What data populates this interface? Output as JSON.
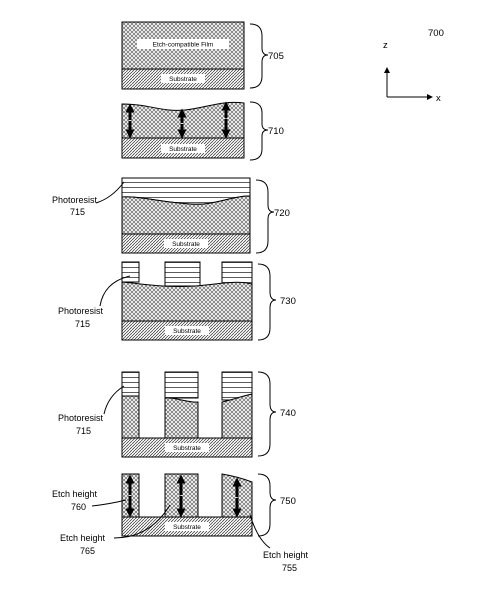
{
  "figure": {
    "number": "700",
    "axes": {
      "z": "z",
      "x": "x"
    }
  },
  "steps": [
    {
      "ref": "705",
      "substrate": "Substrate",
      "film": "Etch-compatible Film"
    },
    {
      "ref": "710",
      "substrate": "Substrate"
    },
    {
      "ref": "720",
      "substrate": "Substrate",
      "label": "Photoresist",
      "label_ref": "715"
    },
    {
      "ref": "730",
      "substrate": "Substrate",
      "label": "Photoresist",
      "label_ref": "715"
    },
    {
      "ref": "740",
      "substrate": "Substrate",
      "label": "Photoresist",
      "label_ref": "715"
    },
    {
      "ref": "750",
      "substrate": "Substrate"
    }
  ],
  "etch_labels": [
    {
      "text": "Etch height",
      "ref": "760"
    },
    {
      "text": "Etch height",
      "ref": "765"
    },
    {
      "text": "Etch height",
      "ref": "755"
    }
  ]
}
